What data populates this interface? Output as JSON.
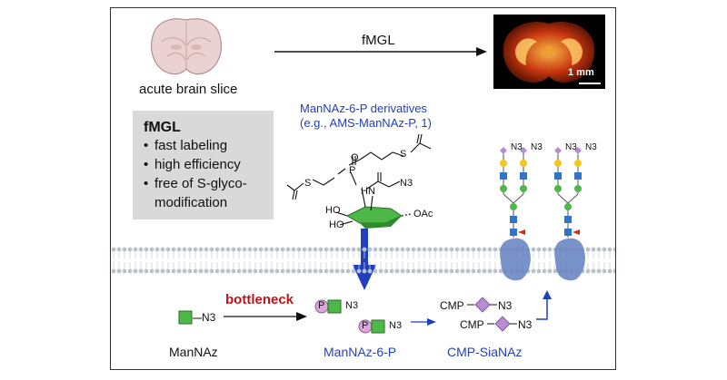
{
  "top": {
    "slice_label": "acute brain slice",
    "arrow_label": "fMGL",
    "scale_label": "1 mm"
  },
  "features": {
    "title": "fMGL",
    "items": [
      {
        "bullet": "•",
        "text": "fast labeling"
      },
      {
        "bullet": "•",
        "text": "high efficiency"
      },
      {
        "bullet": "•",
        "text": "free of S-glyco-"
      },
      {
        "bullet": "",
        "text": "modification"
      }
    ]
  },
  "compound": {
    "caption_line1": "ManNAz-6-P derivatives",
    "caption_line2": "(e.g., AMS-ManNAz-P, 1)",
    "atoms": {
      "S1": "S",
      "S2": "S",
      "O": "O",
      "P": "P",
      "HN": "HN",
      "N3": "N3",
      "HO1": "HO",
      "HO2": "HO",
      "OAc": "OAc"
    }
  },
  "pathway": {
    "bottleneck_label": "bottleneck",
    "mannaz_label": "ManNAz",
    "mannaz6p_label": "ManNAz-6-P",
    "cmp_sianaz_label": "CMP-SiaNAz",
    "n3": "N3",
    "p": "P",
    "cmp": "CMP"
  },
  "colors": {
    "accent_blue": "#1f3fbf",
    "accent_red": "#c0141b",
    "green_square": "#4db848",
    "purple_diamond": "#b98ad6",
    "blue_square": "#2e75c9",
    "yellow_circle": "#f2c81a",
    "red_triangle": "#d9281e",
    "membrane": "#b8c2cc",
    "protein": "#6b86c4",
    "p_circle": "#d8a9d6"
  }
}
